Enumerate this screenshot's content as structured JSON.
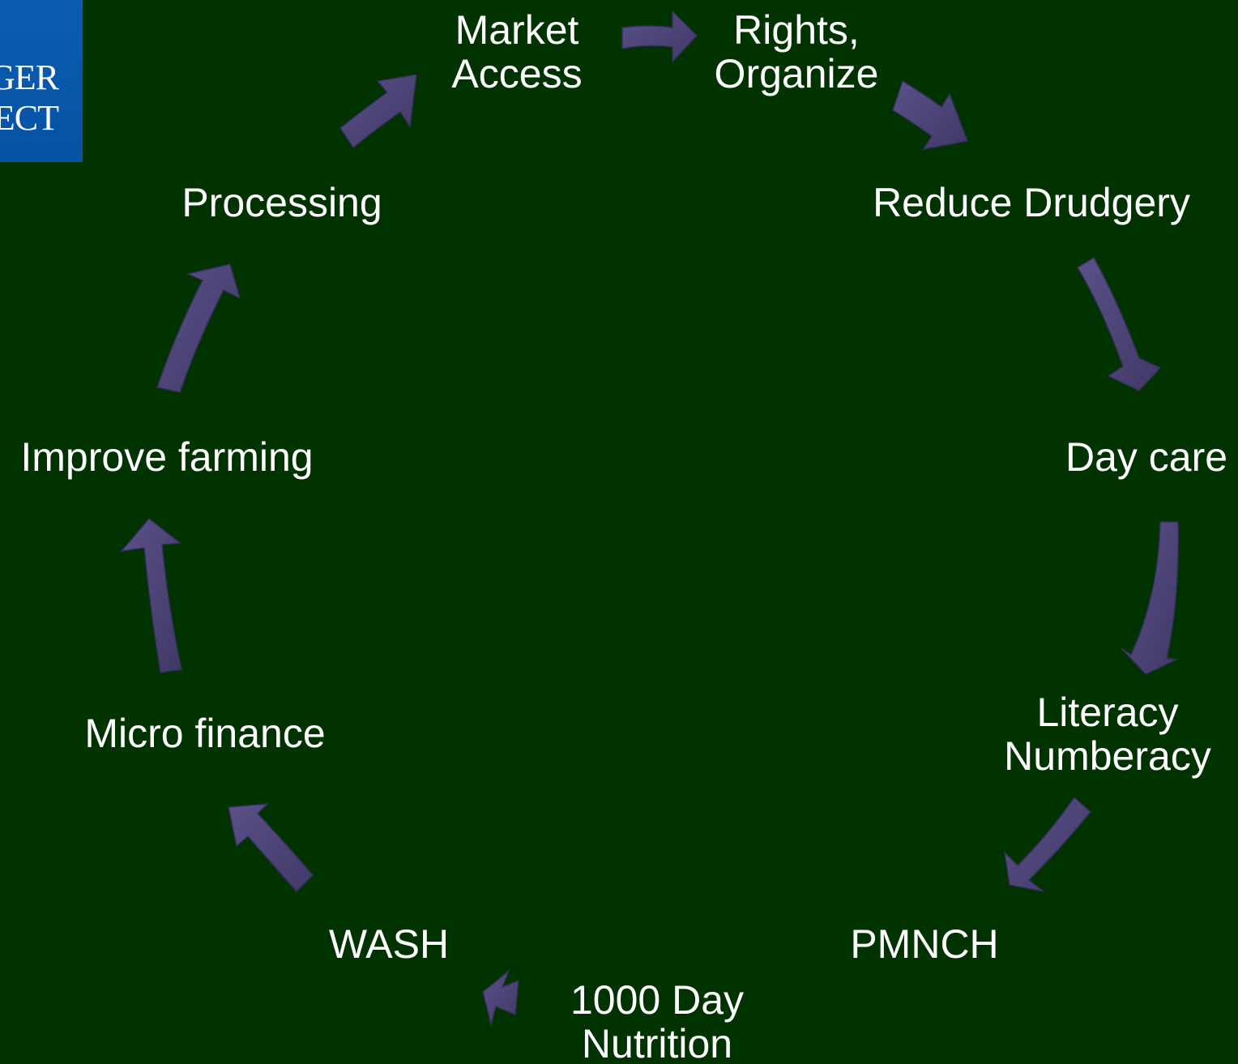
{
  "logo": {
    "line1": "GER",
    "line2": "ECT"
  },
  "cycle": {
    "market_access": [
      "Market",
      "Access"
    ],
    "rights_organize": [
      "Rights,",
      "Organize"
    ],
    "reduce_drudgery": [
      "Reduce Drudgery"
    ],
    "day_care": [
      "Day care"
    ],
    "literacy_numberacy": [
      "Literacy",
      "Numberacy"
    ],
    "pmnch": [
      "PMNCH"
    ],
    "nutrition_1000_day": [
      "1000 Day",
      "Nutrition"
    ],
    "wash": [
      "WASH"
    ],
    "micro_finance": [
      "Micro finance"
    ],
    "improve_farming": [
      "Improve farming"
    ],
    "processing": [
      "Processing"
    ]
  },
  "colors": {
    "background": "#003300",
    "arrow": "#4b4377",
    "text": "#ffffff",
    "logo": "#0a5db3"
  }
}
